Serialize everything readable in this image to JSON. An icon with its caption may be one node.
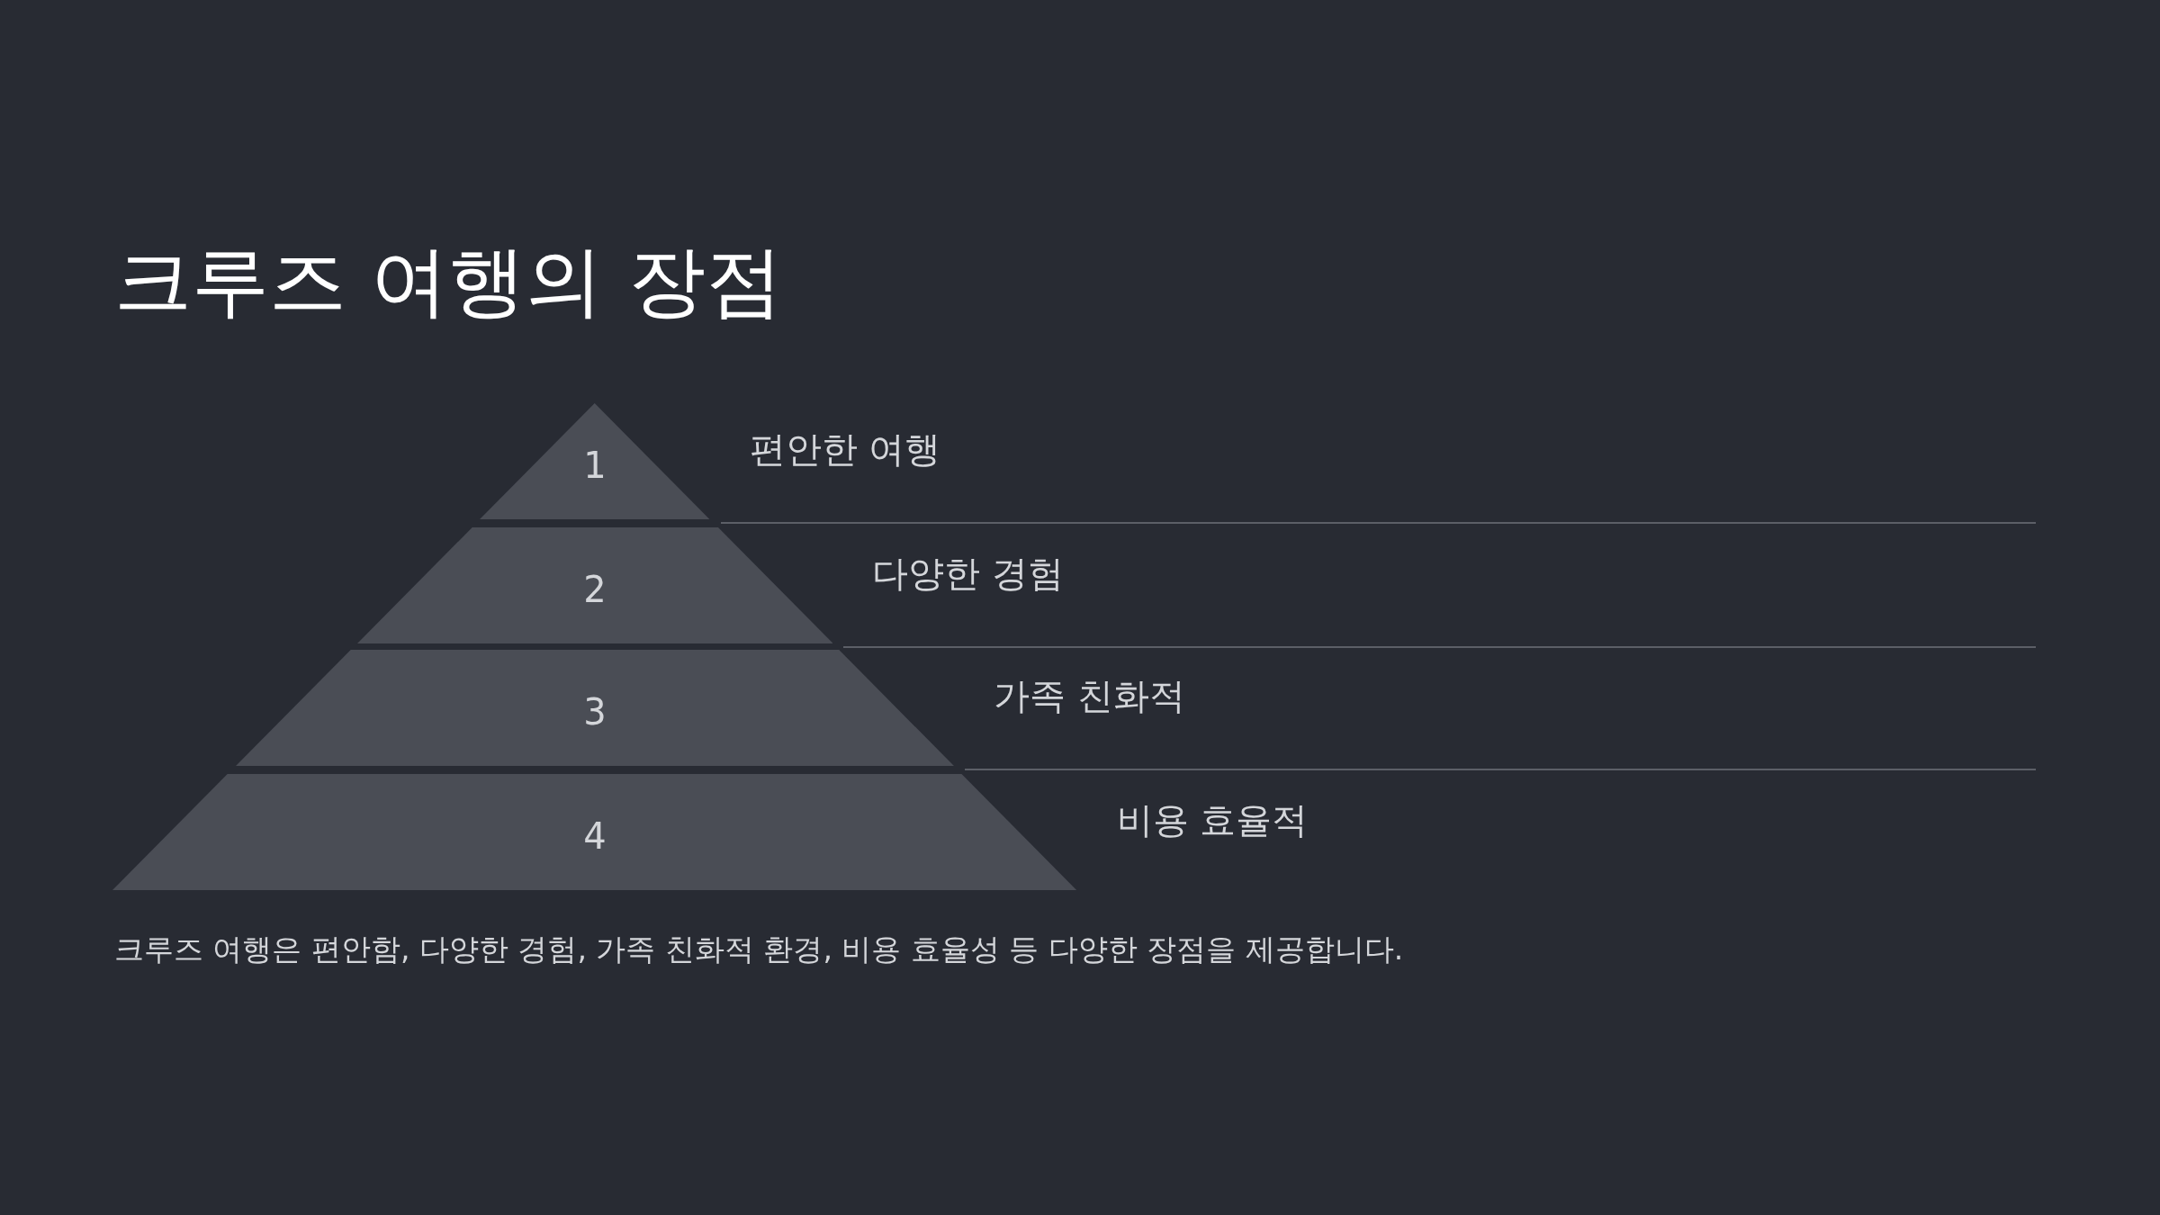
{
  "diagram": {
    "title": "크루즈 여행의 장점",
    "nodes": [
      {
        "text": [
          "1"
        ],
        "beside": [
          "편안한 여행"
        ]
      },
      {
        "text": [
          "2"
        ],
        "beside": [
          "다양한 경험"
        ]
      },
      {
        "text": [
          "3"
        ],
        "beside": [
          "가족 친화적"
        ]
      },
      {
        "text": [
          "4"
        ],
        "beside": [
          "비용 효율적"
        ]
      }
    ],
    "caption": "크루즈 여행은 편안함, 다양한 경험, 가족 친화적 환경, 비용 효율성 등 다양한 장점을 제공합니다."
  }
}
